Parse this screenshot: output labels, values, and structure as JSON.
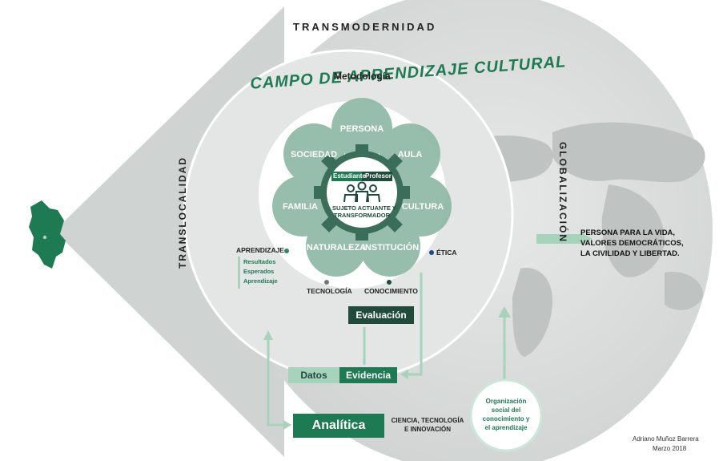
{
  "outer": {
    "top_label": "TRANSMODERNIDAD",
    "left_label": "TRANSLOCALIDAD",
    "right_label": "GLOBALIZACIÓN"
  },
  "inner": {
    "arc_title": "CAMPO DE APRENDIZAJE CULTURAL",
    "subtitle": "Metodología"
  },
  "petals": {
    "persona": "PERSONA",
    "sociedad": "SOCIEDAD",
    "aula": "AULA",
    "familia": "FAMILIA",
    "cultura": "CULTURA",
    "naturaleza": "NATURALEZA",
    "institucion": "INSTITUCIÓN"
  },
  "center": {
    "tag_left": "Estudiante",
    "tag_right": "Profesor",
    "line1": "SUJETO ACTUANTE Y",
    "line2": "TRANSFORMADOR"
  },
  "side_labels": {
    "aprendizaje": "APRENDIZAJE",
    "etica": "ÉTICA",
    "tecnologia": "TECNOLOGÍA",
    "conocimiento": "CONOCIMIENTO"
  },
  "rea": {
    "line1": "Resultados",
    "line2": "Esperados",
    "line3": "Aprendizaje"
  },
  "flow": {
    "evaluacion": "Evaluación",
    "datos": "Datos",
    "evidencia": "Evidencia",
    "analitica": "Analítica",
    "ciencia_line1": "CIENCIA, TECNOLOGÍA",
    "ciencia_line2": "E INNOVACIÓN",
    "org_line1": "Organización",
    "org_line2": "social del",
    "org_line3": "conocimiento y",
    "org_line4": "el aprendizaje"
  },
  "outcome": {
    "line1": "PERSONA PARA LA VIDA,",
    "line2": "VALORES DEMOCRÁTICOS,",
    "line3": "LA CIVILIDAD Y LIBERTAD."
  },
  "credit": {
    "author": "Adriano Muñoz Barrera",
    "date": "Marzo 2018"
  },
  "colors": {
    "dark_green": "#1f4a3c",
    "brand_green": "#1d7a52",
    "petal": "#8fb8a6",
    "light_green": "#a7d3bd",
    "grey_bg": "#d9dcdb"
  }
}
